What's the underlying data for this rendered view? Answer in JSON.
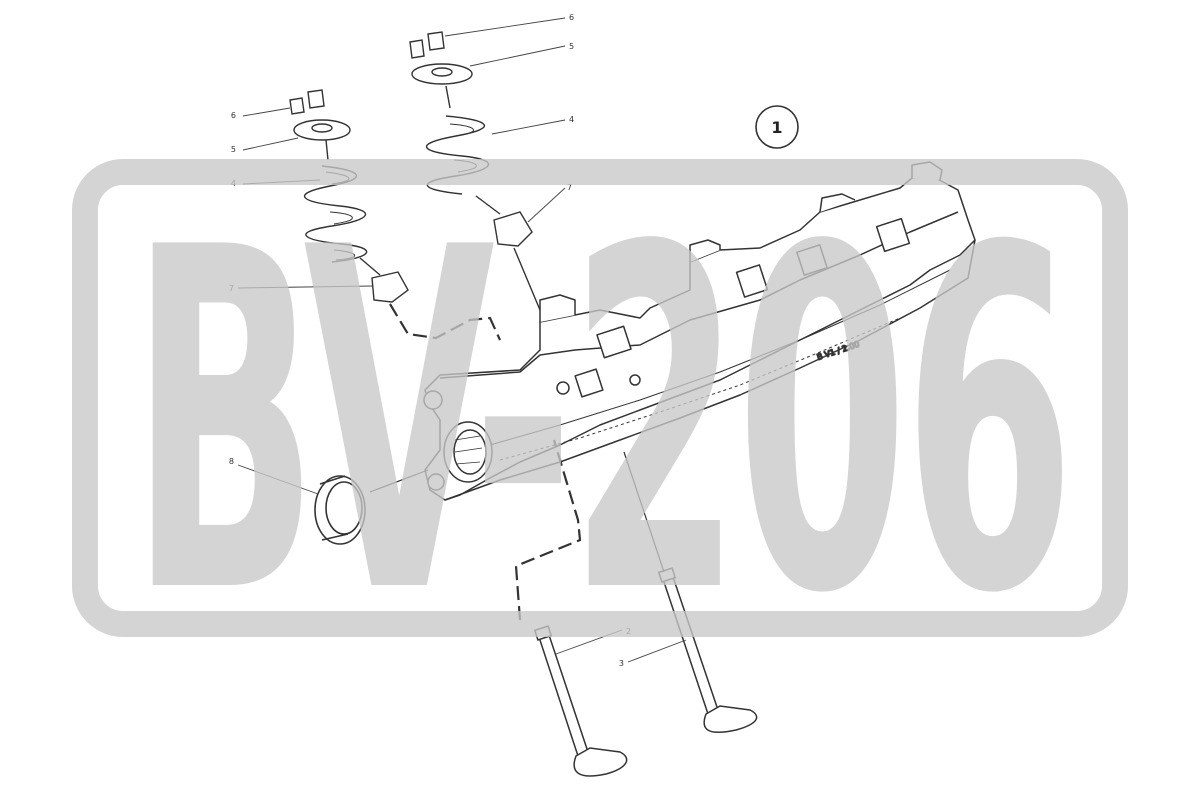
{
  "figure_label": "1",
  "watermark": {
    "text": "BV-206",
    "color": "#cccccc"
  },
  "callouts": {
    "c_left_6": "6",
    "c_left_5": "5",
    "c_left_4": "4",
    "c_left_7": "7",
    "c_left_8": "8",
    "c_top_6": "6",
    "c_top_5": "5",
    "c_top_4": "4",
    "c_top_7": "7",
    "c_valve_2": "2",
    "c_valve_3": "3"
  },
  "part_code": "B V1 / 2.00",
  "colors": {
    "line": "#333333",
    "fill": "#ffffff"
  }
}
